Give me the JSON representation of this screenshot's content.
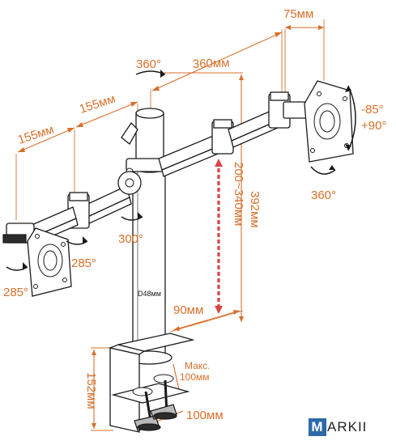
{
  "dimensions": {
    "top_width": "75мм",
    "arm_length": "360мм",
    "seg_right": "155мм",
    "seg_left": "155мм",
    "height_adjust": "200~340мм",
    "total_height": "392мм",
    "clamp_offset": "90мм",
    "clamp_height": "152мм",
    "desk_max_label": "Макс.",
    "desk_max_value": "100мм",
    "clamp_width": "100мм",
    "pole_diameter": "D48мм"
  },
  "rotations": {
    "top_swivel": "360°",
    "tilt_up": "-85°",
    "tilt_down": "+90°",
    "right_head": "360°",
    "middle_joint": "300°",
    "left_head_a": "285°",
    "left_head_b": "285°"
  },
  "brand": {
    "letter": "M",
    "rest": "ARKII"
  }
}
